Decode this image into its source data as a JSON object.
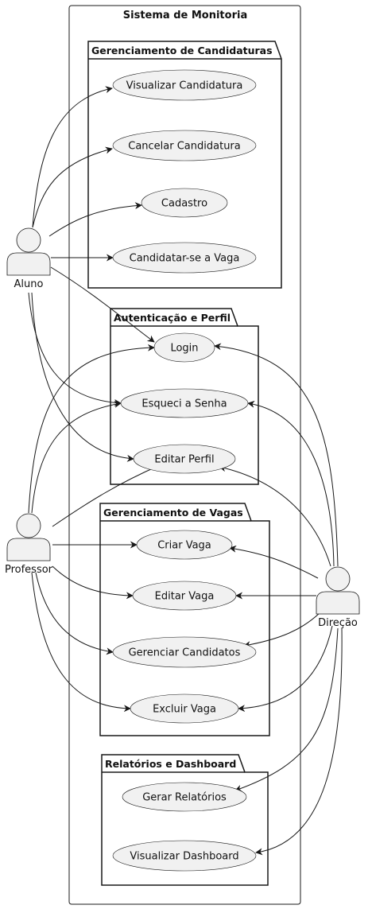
{
  "system": {
    "title": "Sistema de Monitoria"
  },
  "packages": [
    {
      "id": "cand",
      "title": "Gerenciamento de Candidaturas",
      "use_cases": [
        {
          "id": "uc_vis_cand",
          "label": "Visualizar Candidatura"
        },
        {
          "id": "uc_canc_cand",
          "label": "Cancelar Candidatura"
        },
        {
          "id": "uc_cadastro",
          "label": "Cadastro"
        },
        {
          "id": "uc_candidatar",
          "label": "Candidatar-se a Vaga"
        }
      ]
    },
    {
      "id": "auth",
      "title": "Autenticação e Perfil",
      "use_cases": [
        {
          "id": "uc_login",
          "label": "Login"
        },
        {
          "id": "uc_esqueci",
          "label": "Esqueci a Senha"
        },
        {
          "id": "uc_editar_perfil",
          "label": "Editar Perfil"
        }
      ]
    },
    {
      "id": "vagas",
      "title": "Gerenciamento de Vagas",
      "use_cases": [
        {
          "id": "uc_criar",
          "label": "Criar Vaga"
        },
        {
          "id": "uc_editar_vaga",
          "label": "Editar Vaga"
        },
        {
          "id": "uc_gerenciar",
          "label": "Gerenciar Candidatos"
        },
        {
          "id": "uc_excluir",
          "label": "Excluir Vaga"
        }
      ]
    },
    {
      "id": "rel",
      "title": "Relatórios e Dashboard",
      "use_cases": [
        {
          "id": "uc_relatorios",
          "label": "Gerar Relatórios"
        },
        {
          "id": "uc_dashboard",
          "label": "Visualizar Dashboard"
        }
      ]
    }
  ],
  "actors": [
    {
      "id": "aluno",
      "label": "Aluno"
    },
    {
      "id": "professor",
      "label": "Professor"
    },
    {
      "id": "direcao",
      "label": "Direção"
    }
  ],
  "associations": [
    {
      "from": "aluno",
      "to": "uc_vis_cand"
    },
    {
      "from": "aluno",
      "to": "uc_canc_cand"
    },
    {
      "from": "aluno",
      "to": "uc_cadastro"
    },
    {
      "from": "aluno",
      "to": "uc_candidatar"
    },
    {
      "from": "aluno",
      "to": "uc_login"
    },
    {
      "from": "aluno",
      "to": "uc_esqueci"
    },
    {
      "from": "aluno",
      "to": "uc_editar_perfil"
    },
    {
      "from": "professor",
      "to": "uc_login"
    },
    {
      "from": "professor",
      "to": "uc_esqueci"
    },
    {
      "from": "professor",
      "to": "uc_editar_perfil"
    },
    {
      "from": "professor",
      "to": "uc_criar"
    },
    {
      "from": "professor",
      "to": "uc_editar_vaga"
    },
    {
      "from": "professor",
      "to": "uc_gerenciar"
    },
    {
      "from": "professor",
      "to": "uc_excluir"
    },
    {
      "from": "direcao",
      "to": "uc_login"
    },
    {
      "from": "direcao",
      "to": "uc_esqueci"
    },
    {
      "from": "direcao",
      "to": "uc_editar_perfil"
    },
    {
      "from": "direcao",
      "to": "uc_criar"
    },
    {
      "from": "direcao",
      "to": "uc_editar_vaga"
    },
    {
      "from": "direcao",
      "to": "uc_gerenciar"
    },
    {
      "from": "direcao",
      "to": "uc_excluir"
    },
    {
      "from": "direcao",
      "to": "uc_relatorios"
    },
    {
      "from": "direcao",
      "to": "uc_dashboard"
    }
  ],
  "colors": {
    "usecase_fill": "#f1f1f1",
    "stroke": "#181818",
    "background": "#ffffff"
  }
}
